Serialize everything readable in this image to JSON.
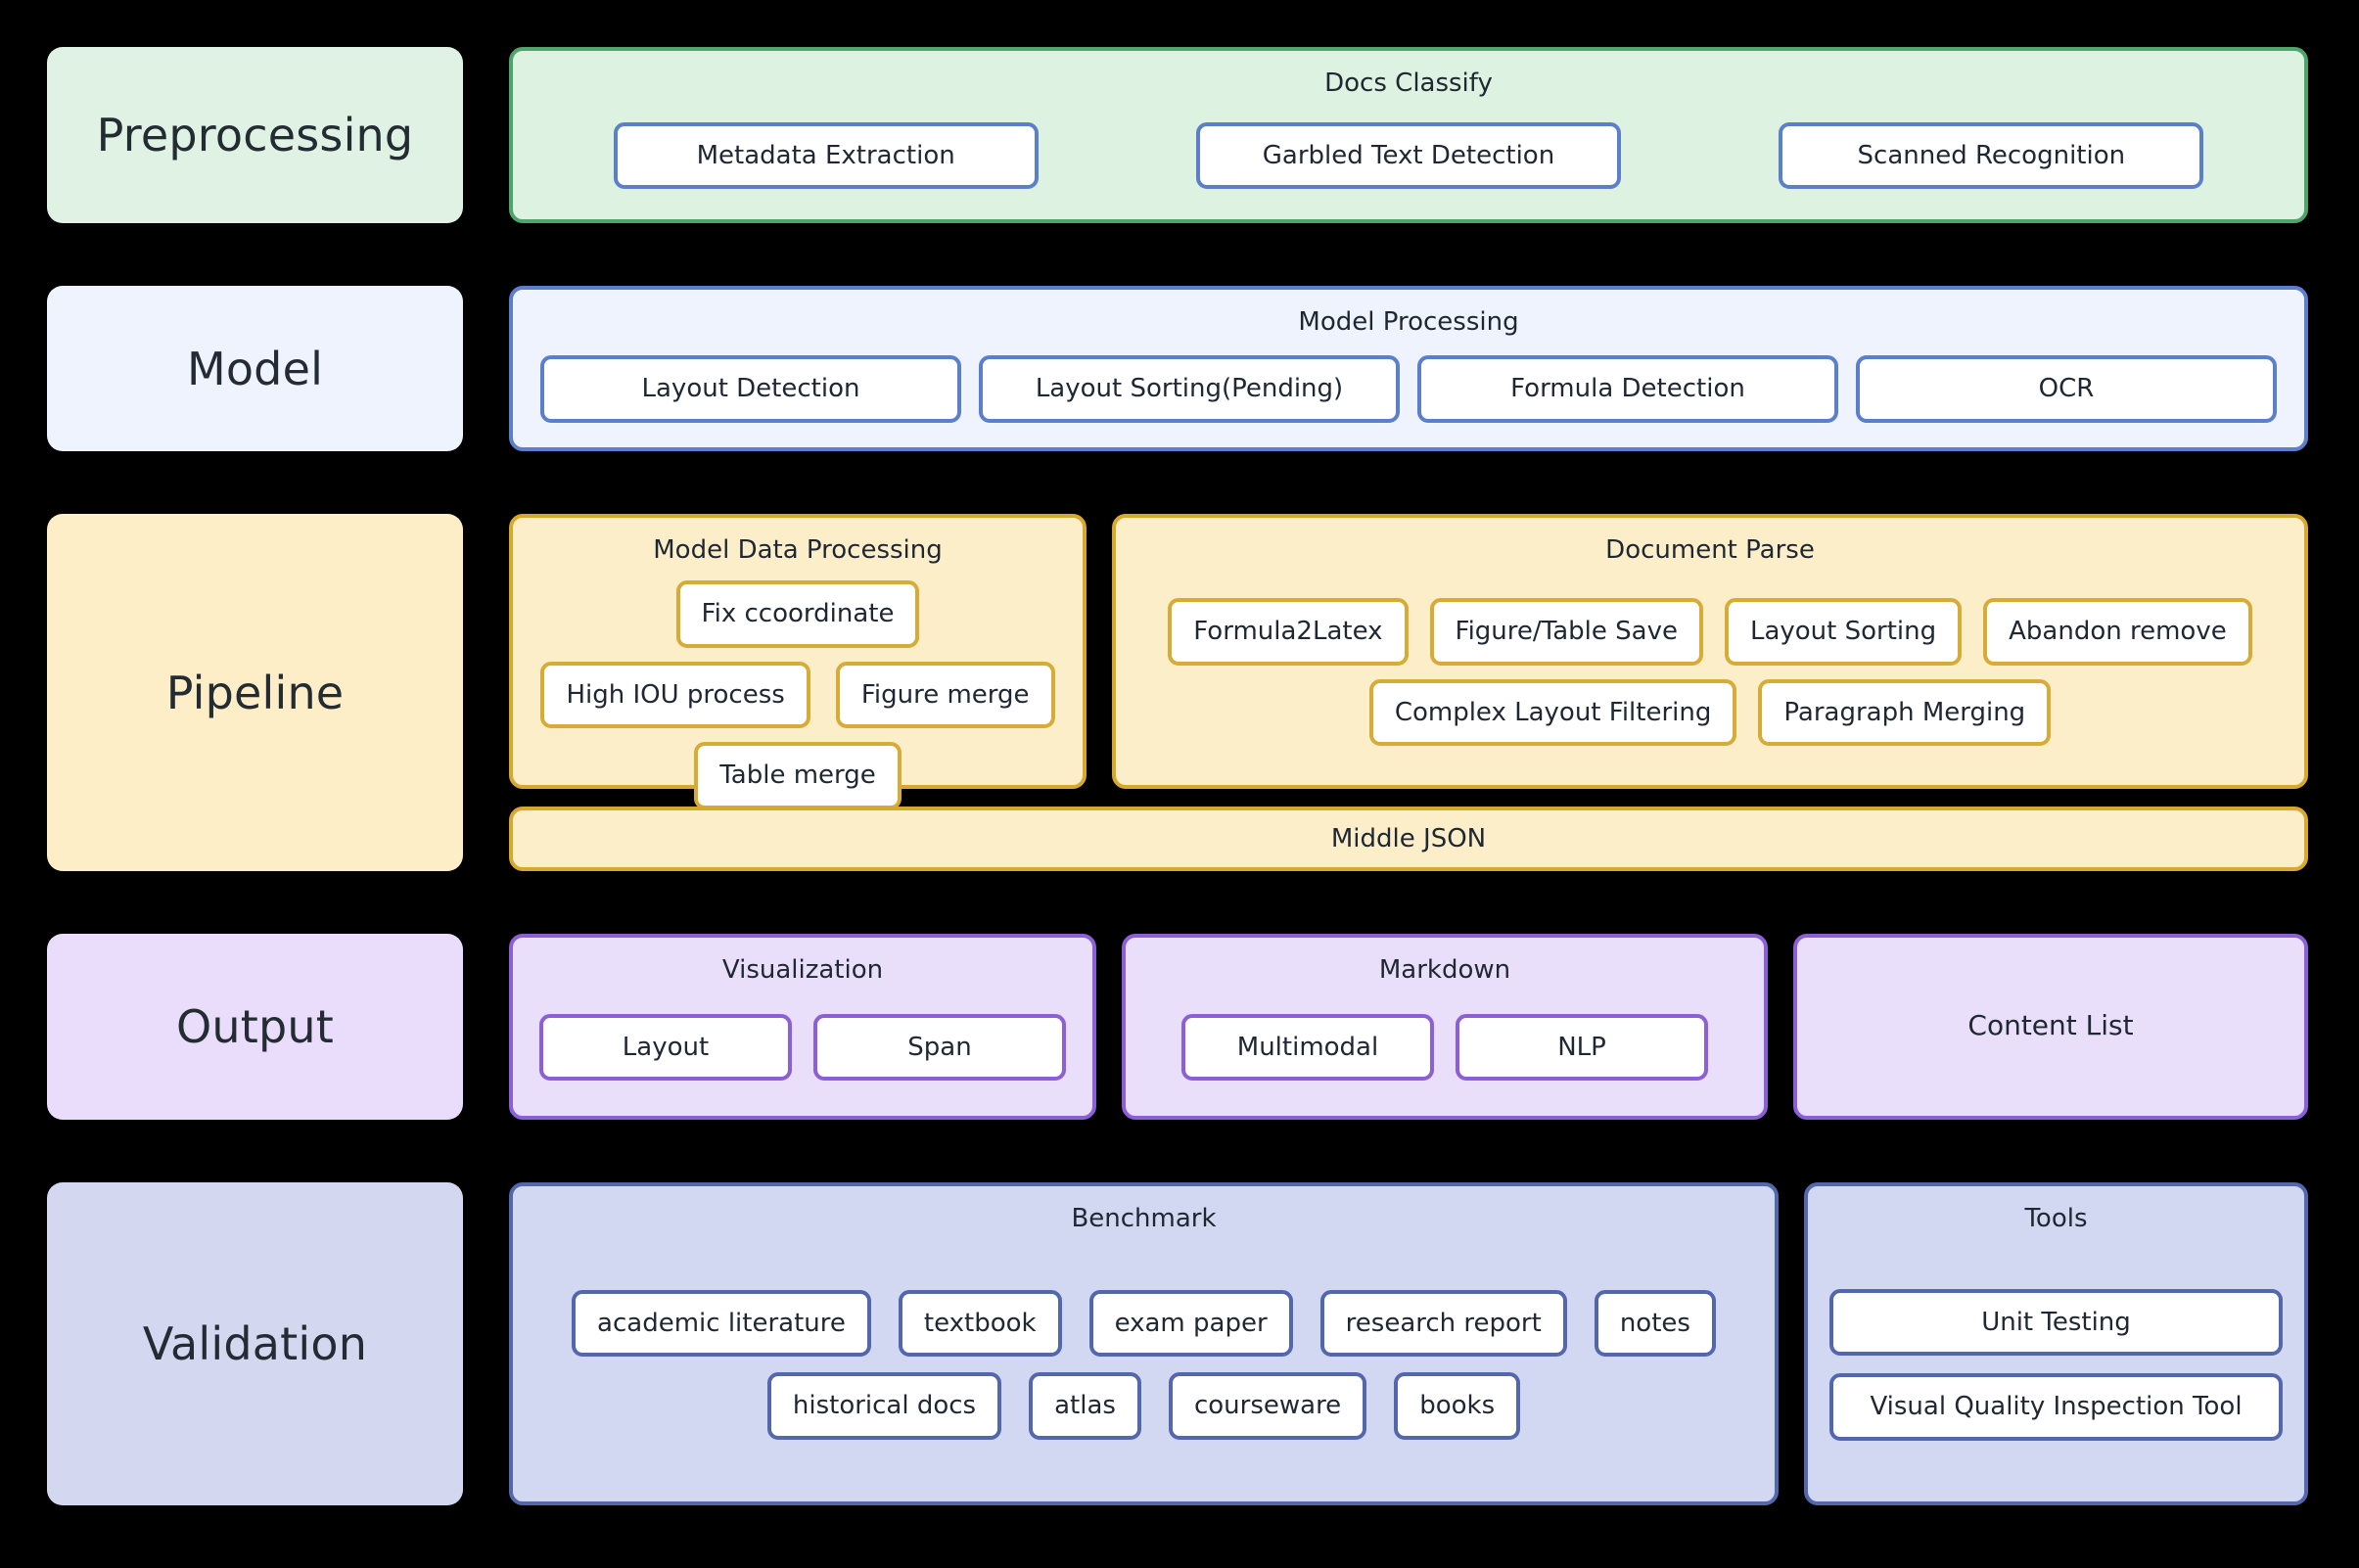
{
  "colors": {
    "background": "#000000",
    "preprocessing_fill": "#dff2e3",
    "preprocessing_border": "#4ea56a",
    "model_fill": "#eef3fd",
    "model_border": "#5b7fca",
    "pipeline_fill": "#fceec9",
    "pipeline_border": "#d6a92e",
    "output_fill": "#eadffb",
    "output_border": "#8c5fd6",
    "validation_fill": "#d3d8f2",
    "validation_border": "#5367ad",
    "chip_fill": "#ffffff",
    "text": "#1f2733"
  },
  "stages": [
    {
      "id": "preprocessing",
      "label": "Preprocessing",
      "groups": [
        {
          "id": "docs-classify",
          "title": "Docs Classify",
          "items": [
            "Metadata Extraction",
            "Garbled Text Detection",
            "Scanned Recognition"
          ]
        }
      ]
    },
    {
      "id": "model",
      "label": "Model",
      "groups": [
        {
          "id": "model-processing",
          "title": "Model Processing",
          "items": [
            "Layout Detection",
            "Layout Sorting(Pending)",
            "Formula Detection",
            "OCR"
          ]
        }
      ]
    },
    {
      "id": "pipeline",
      "label": "Pipeline",
      "groups": [
        {
          "id": "model-data-processing",
          "title": "Model Data Processing",
          "items": [
            "Fix ccoordinate",
            "High IOU process",
            "Figure merge",
            "Table merge"
          ]
        },
        {
          "id": "document-parse",
          "title": "Document Parse",
          "items": [
            "Formula2Latex",
            "Figure/Table Save",
            "Layout Sorting",
            "Abandon remove",
            "Complex Layout Filtering",
            "Paragraph Merging"
          ]
        }
      ],
      "banner": "Middle JSON"
    },
    {
      "id": "output",
      "label": "Output",
      "groups": [
        {
          "id": "visualization",
          "title": "Visualization",
          "items": [
            "Layout",
            "Span"
          ]
        },
        {
          "id": "markdown",
          "title": "Markdown",
          "items": [
            "Multimodal",
            "NLP"
          ]
        },
        {
          "id": "content-list",
          "title": "Content List",
          "items": []
        }
      ]
    },
    {
      "id": "validation",
      "label": "Validation",
      "groups": [
        {
          "id": "benchmark",
          "title": "Benchmark",
          "items": [
            "academic literature",
            "textbook",
            "exam paper",
            "research report",
            "notes",
            "historical docs",
            "atlas",
            "courseware",
            "books"
          ]
        },
        {
          "id": "tools",
          "title": "Tools",
          "items": [
            "Unit Testing",
            "Visual Quality Inspection Tool"
          ]
        }
      ]
    }
  ]
}
